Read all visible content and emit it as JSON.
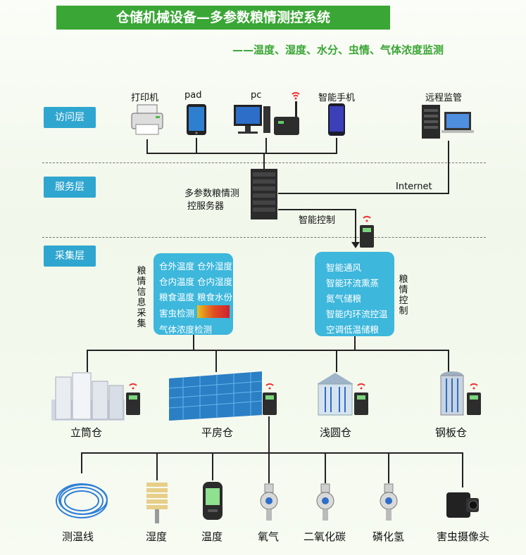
{
  "title": "仓储机械设备—多参数粮情测控系统",
  "subtitle": "——温度、湿度、水分、虫情、气体浓度监测",
  "layers": {
    "access": "访问层",
    "service": "服务层",
    "collect": "采集层"
  },
  "access_devices": {
    "printer": "打印机",
    "pad": "pad",
    "pc": "pc",
    "phone": "智能手机",
    "remote": "远程监管"
  },
  "server": {
    "label_line1": "多参数粮情测",
    "label_line2": "控服务器",
    "internet": "Internet",
    "smart_control": "智能控制"
  },
  "info_collect": {
    "side_label": "粮情信息采集",
    "rows": [
      "仓外温度 仓外湿度",
      "仓内温度 仓内湿度",
      "粮食温度 粮食水份",
      "害虫检测",
      "气体浓度检测"
    ]
  },
  "grain_control": {
    "side_label": "粮情控制",
    "rows": [
      "智能通风",
      "智能环流熏蒸",
      "氮气储粮",
      "智能内环流控温",
      "空调低温储粮"
    ]
  },
  "warehouses": [
    "立筒仓",
    "平房仓",
    "浅圆仓",
    "钢板仓"
  ],
  "sensors": [
    "测温线",
    "湿度",
    "温度",
    "氧气",
    "二氧化碳",
    "磷化氢",
    "害虫摄像头"
  ],
  "colors": {
    "green": "#3aa635",
    "blue": "#2fa6cf",
    "box": "#3db7dc"
  }
}
